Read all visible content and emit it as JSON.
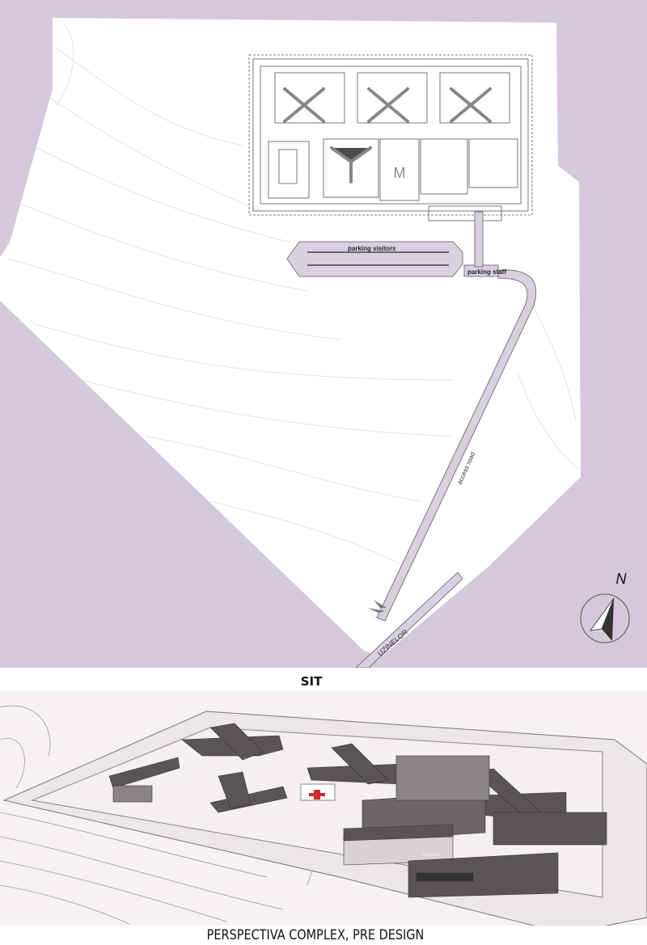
{
  "site_plan": {
    "labels": {
      "building_m": "M",
      "parking_visitors": "parking visitors",
      "parking_staff": "parking staff",
      "access_road": "access road",
      "street": "UZINELOR",
      "north": "N"
    },
    "colors": {
      "background": "#d4c9da",
      "site": "#ffffff",
      "road": "#d9d0df",
      "lines": "#555555"
    }
  },
  "captions": {
    "site": "SIT",
    "perspective": "PERSPECTIVA COMPLEX, PRE DESIGN"
  },
  "perspective": {
    "sign_text": "Chișinău",
    "colors": {
      "roof": "#5a5457",
      "wall": "#e8e2e4",
      "cross": "#d42a2a"
    }
  }
}
